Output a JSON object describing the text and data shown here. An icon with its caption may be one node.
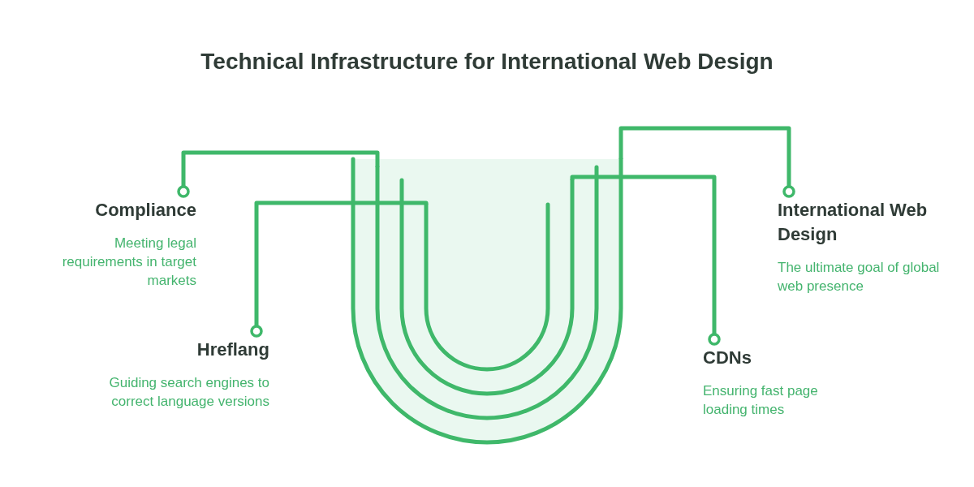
{
  "diagram": {
    "title": "Technical Infrastructure for International Web Design",
    "nodes": [
      {
        "text": [
          "Compliance",
          "Meeting legal requirements in target markets"
        ]
      },
      {
        "text": [
          "International Web Design",
          "The ultimate goal of global web presence"
        ]
      },
      {
        "text": [
          "Hreflang",
          "Guiding search engines to correct language versions"
        ]
      },
      {
        "text": [
          "CDNs",
          "Ensuring fast page loading times"
        ]
      }
    ],
    "edges": [
      {
        "from": 0,
        "to": null,
        "arrow": "other"
      },
      {
        "from": 1,
        "to": null,
        "arrow": "other"
      },
      {
        "from": 2,
        "to": null,
        "arrow": "other"
      },
      {
        "from": 3,
        "to": null,
        "arrow": "other"
      }
    ]
  }
}
